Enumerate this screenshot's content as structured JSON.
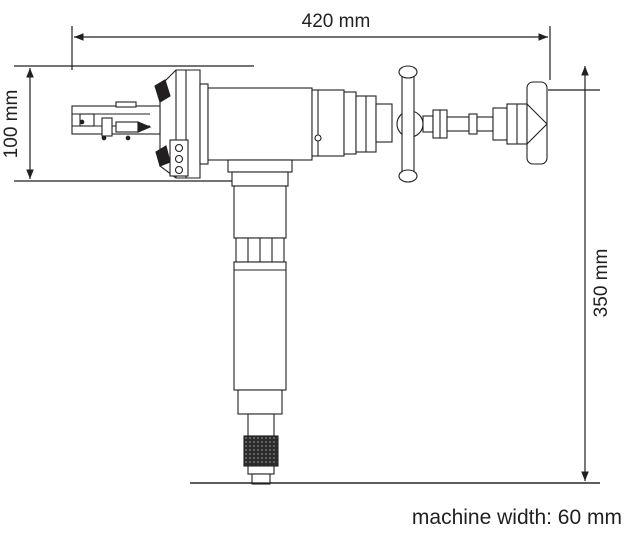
{
  "dimensions": {
    "length": "420 mm",
    "height": "100 mm",
    "depth": "350 mm"
  },
  "caption": "machine width: 60 mm",
  "colors": {
    "line": "#231f20",
    "background": "#ffffff",
    "knurl": "#333333"
  }
}
